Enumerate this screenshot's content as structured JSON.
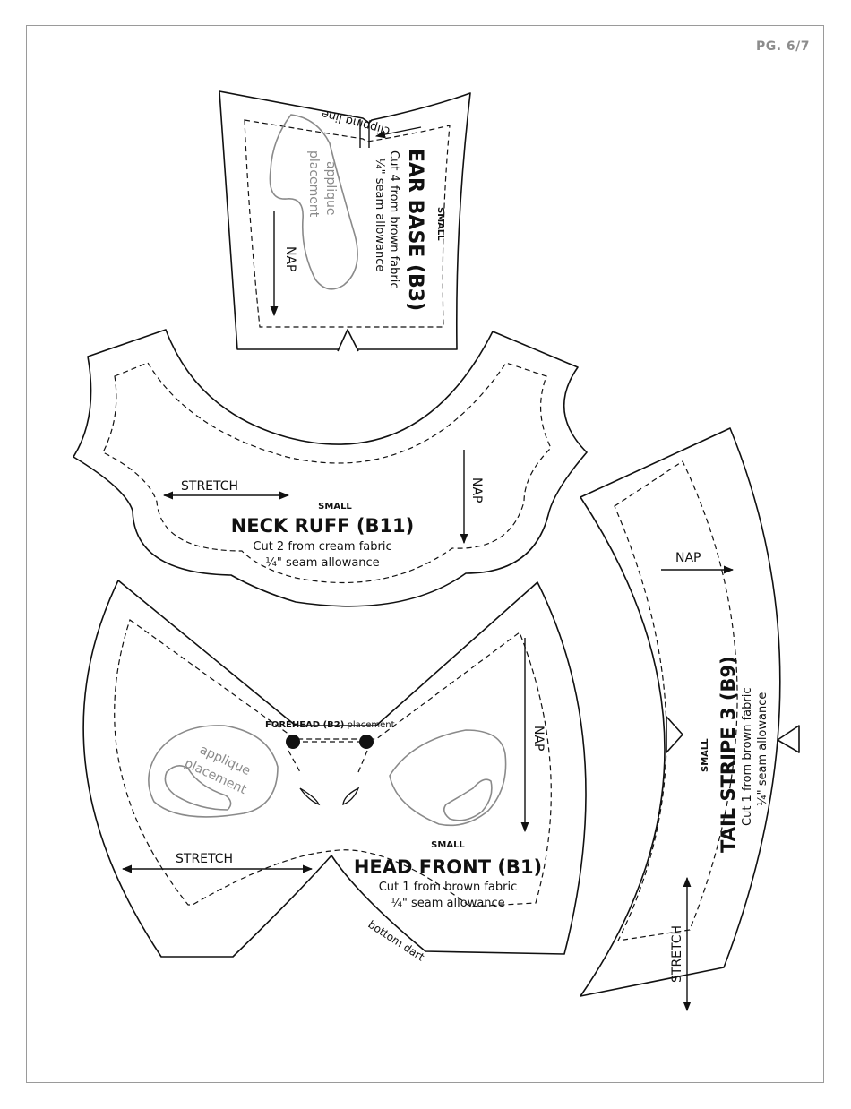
{
  "page": {
    "number_label": "PG. 6/7"
  },
  "ear_base": {
    "size": "SMALL",
    "title": "EAR BASE (B3)",
    "cut_instruction": "Cut 4 from brown fabric",
    "seam": "¼\" seam allowance",
    "nap": "NAP",
    "applique": [
      "applique",
      "placement"
    ],
    "clipping": "clipping line"
  },
  "neck_ruff": {
    "size": "SMALL",
    "title": "NECK RUFF (B11)",
    "cut_instruction": "Cut 2 from cream fabric",
    "seam": "¼\" seam allowance",
    "stretch": "STRETCH",
    "nap": "NAP"
  },
  "head_front": {
    "size": "SMALL",
    "title": "HEAD FRONT (B1)",
    "cut_instruction": "Cut 1 from brown fabric",
    "seam": "¼\" seam allowance",
    "stretch": "STRETCH",
    "nap": "NAP",
    "forehead_bold": "FOREHEAD (B2)",
    "forehead_rest": " placement",
    "applique": [
      "applique",
      "placement"
    ],
    "dart": "bottom dart"
  },
  "tail_stripe": {
    "size": "SMALL",
    "title": "TAIL STRIPE 3 (B9)",
    "cut_instruction": "Cut 1 from brown fabric",
    "seam": "¼\" seam allowance",
    "nap": "NAP",
    "stretch": "STRETCH"
  },
  "colors": {
    "line": "#111111",
    "placement_gray": "#8a8a8a",
    "frame": "#9a9a9a"
  }
}
